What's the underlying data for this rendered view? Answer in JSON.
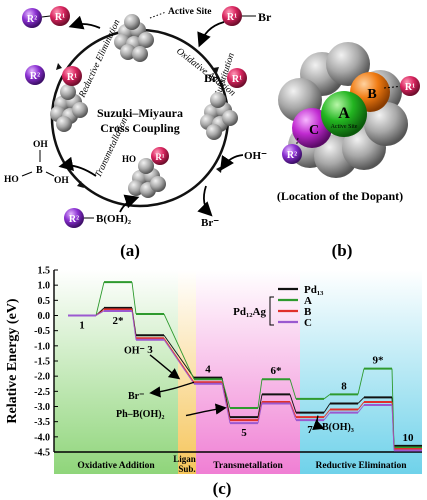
{
  "panel_a": {
    "label": "(a)",
    "title_line1": "Suzuki–Miyaura",
    "title_line2": "Cross Coupling",
    "active_site": "Active Site",
    "r1": "R¹",
    "r2": "R²",
    "br": "Br",
    "br_minus": "Br⁻",
    "oh_minus": "OH⁻",
    "boron_oh": "OH",
    "boron_ho": "HO",
    "boron_b": "B",
    "boron_oh2": "OH",
    "ho_small": "HO",
    "r2_boh2": "B(OH)₂",
    "steps": {
      "oxidative_addition": "Oxidative Addition",
      "ligand_substitution": "Ligand Substitution",
      "transmetallation": "Transmetallation",
      "reductive_elimination": "Reductive Elimination"
    }
  },
  "panel_b": {
    "label": "(b)",
    "caption": "(Location of the Dopant)",
    "site_a": "A",
    "site_a_sub": "Active Site",
    "site_b": "B",
    "site_c": "C",
    "r1": "R¹",
    "r2": "R²"
  },
  "panel_c": {
    "label": "(c)"
  },
  "chart_data": {
    "type": "line",
    "ylabel": "Relative Energy (eV)",
    "ylim": [
      -4.5,
      1.5
    ],
    "yticks": [
      "1.5",
      "1.0",
      "0.5",
      "0.0",
      "-0.5",
      "-1.0",
      "-1.5",
      "-2.0",
      "-2.5",
      "-3.0",
      "-3.5",
      "-4.0",
      "-4.5"
    ],
    "states": [
      "1",
      "2*",
      "3",
      "4",
      "5",
      "6*",
      "7",
      "8",
      "9*",
      "10"
    ],
    "series": [
      {
        "name": "Pd₁₃",
        "color": "#111111",
        "values": [
          0.0,
          0.25,
          -0.65,
          -2.05,
          -3.35,
          -2.6,
          -3.2,
          -2.9,
          -2.7,
          -4.3
        ]
      },
      {
        "name": "A",
        "color": "#2e9a2e",
        "values": [
          0.0,
          1.1,
          0.05,
          -2.1,
          -3.05,
          -2.1,
          -2.75,
          -2.6,
          -1.75,
          -4.35
        ]
      },
      {
        "name": "B",
        "color": "#e0312a",
        "values": [
          0.0,
          0.2,
          -0.75,
          -2.2,
          -3.45,
          -2.85,
          -3.35,
          -3.1,
          -2.85,
          -4.4
        ]
      },
      {
        "name": "C",
        "color": "#9b59d0",
        "values": [
          0.0,
          0.15,
          -0.8,
          -2.25,
          -3.55,
          -2.9,
          -3.45,
          -3.2,
          -2.95,
          -4.45
        ]
      }
    ],
    "legend_group": "Pd₁₂Ag",
    "annotations": {
      "oh_minus": "OH⁻",
      "br_minus": "Br⁻",
      "ph_boh2": "Ph–B(OH)₂",
      "b_oh3": "B(OH)₃"
    },
    "phases": [
      {
        "label": "Oxidative Addition",
        "color": "#9fdc8c"
      },
      {
        "label": "Ligand",
        "label2": "Sub.",
        "color": "#f8d27a"
      },
      {
        "label": "Transmetallation",
        "color": "#f28fd8"
      },
      {
        "label": "Reductive Elimination",
        "color": "#7fd8ec"
      }
    ]
  }
}
